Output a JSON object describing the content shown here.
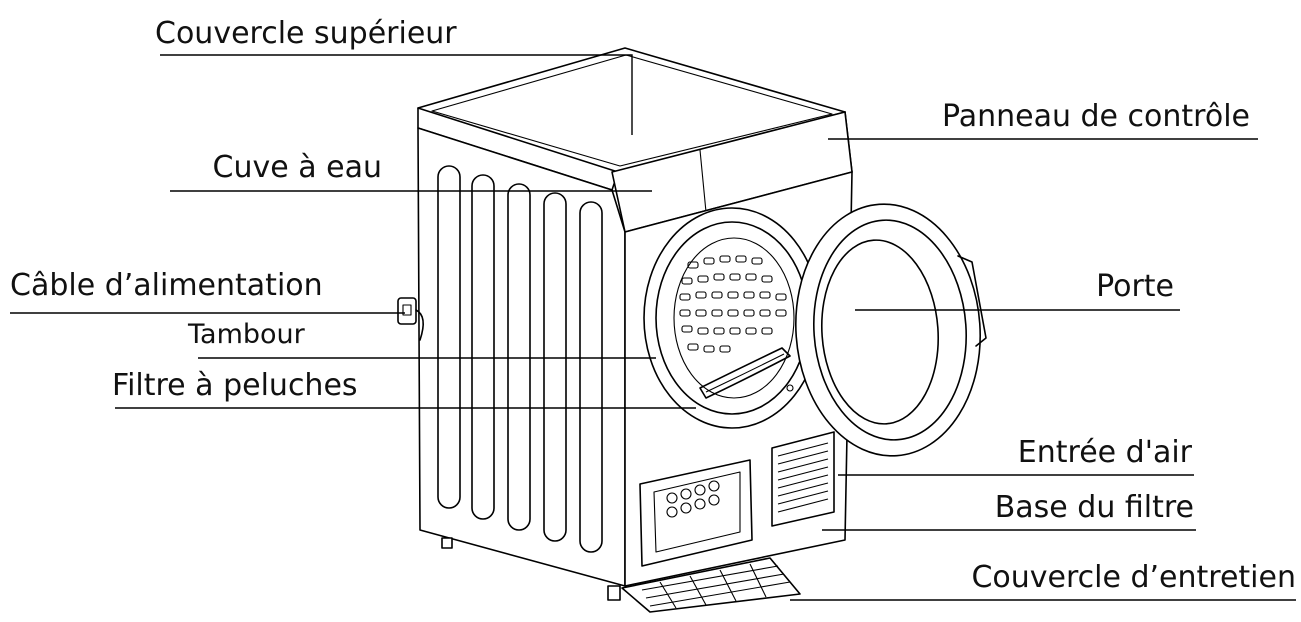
{
  "labels": {
    "top_cover": "Couvercle supérieur",
    "control_panel": "Panneau de contrôle",
    "water_tank": "Cuve à eau",
    "power_cable": "Câble d’alimentation",
    "drum": "Tambour",
    "lint_filter": "Filtre à peluches",
    "door": "Porte",
    "air_inlet": "Entrée d'air",
    "filter_base": "Base du filtre",
    "maintenance_cover": "Couvercle d’entretien"
  }
}
